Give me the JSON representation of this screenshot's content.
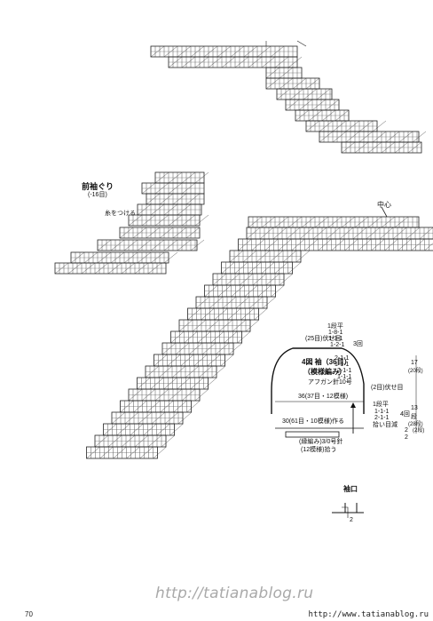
{
  "page_number": "70",
  "watermark": "http://tatianablog.ru",
  "footer_url": "http://www.tatianablog.ru",
  "neck_chart": {
    "title": "前袖ぐり",
    "count": "(-16目)",
    "attach_note": "糸をつける"
  },
  "center_mark": "中心",
  "sleeve": {
    "title_line1": "4図  袖（36目）",
    "title_line2": "（模様編み）",
    "hook": "アフガン針10号",
    "top_bindoff": "(25目)伏せ目",
    "top_rows": [
      "1段平",
      "1-8-1",
      "1-3-1",
      "1-2-1"
    ],
    "top_times": "3回",
    "mid_rows": [
      "2-1-1",
      "1-1-1",
      "2-1-1",
      "1-1-1"
    ],
    "side_bindoff": "(2目)伏せ目",
    "width_line": "36(37目・12模様)",
    "low_rows_head": "1段平",
    "low_rows": [
      "1-1-1",
      "2-1-1"
    ],
    "low_times": "4回",
    "decrease_label": "拾い目減",
    "cast_line": "30(61目・10模様)作る",
    "cuff_line": "(縁編み)3/0号針",
    "cuff_rows": "(12模様)拾う",
    "right_dims": [
      "17",
      "(20段)",
      "13",
      "(28段)",
      "2",
      "(2段)",
      "2"
    ],
    "right_label_mid": "段",
    "arrow_up_hint": "↑"
  },
  "cuff_detail": {
    "title": "袖口",
    "rows_label": "2"
  }
}
